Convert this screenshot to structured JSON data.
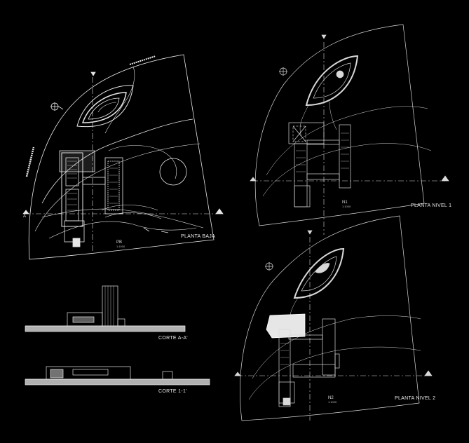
{
  "sheets": {
    "planta_baja": {
      "title": "PLANTA BAJA",
      "tag": "PB",
      "scale": "1:1000",
      "marker": "A"
    },
    "planta_nivel1": {
      "title": "PLANTA NIVEL 1",
      "tag": "N1",
      "scale": "1:1000"
    },
    "planta_nivel2": {
      "title": "PLANTA NIVEL 2",
      "tag": "N2",
      "scale": "1:1000"
    },
    "corte_aa": {
      "title": "CORTE A-A'"
    },
    "corte_11": {
      "title": "CORTE 1-1'"
    }
  },
  "colors": {
    "background": "#000000",
    "line": "#e6e6e6",
    "dim": "#9a9a9a"
  }
}
